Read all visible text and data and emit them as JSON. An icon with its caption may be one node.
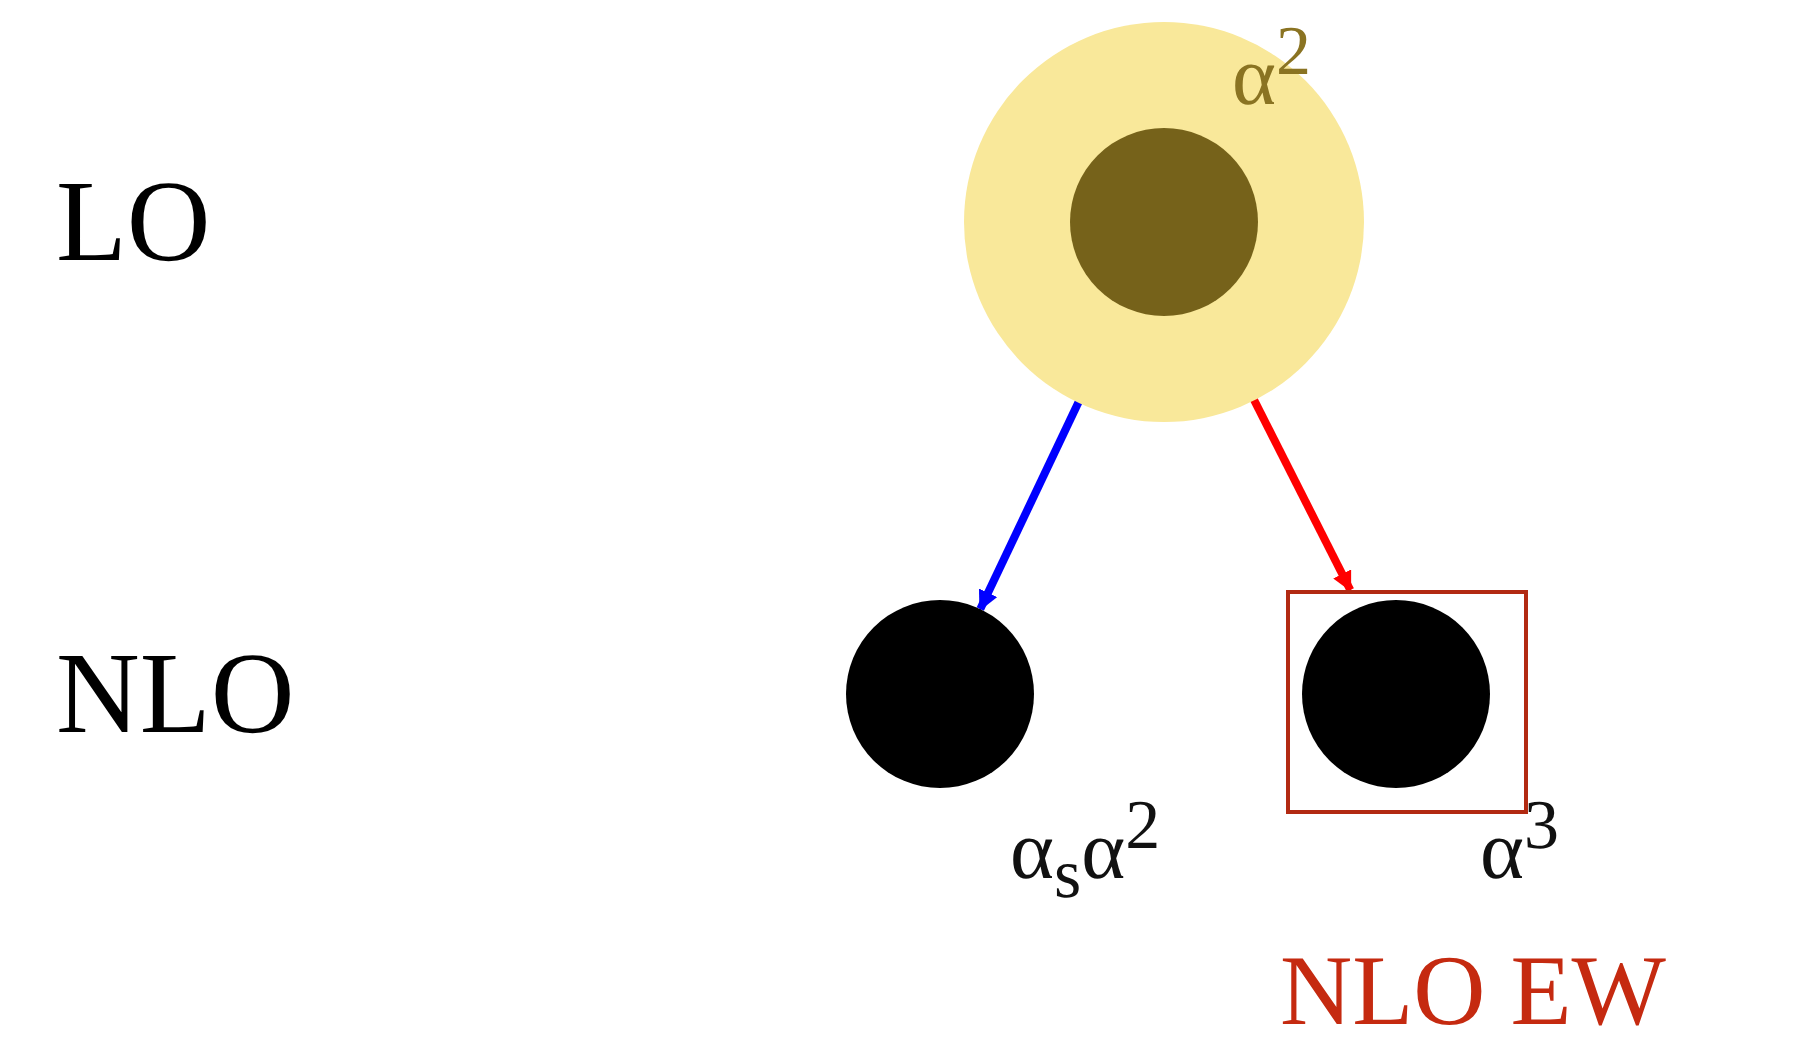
{
  "diagram": {
    "nodes": [
      {
        "text": [],
        "shape": "circle",
        "beside": [
          "α$^{2}$"
        ]
      },
      {
        "text": [],
        "shape": "circle",
        "in": 0
      },
      {
        "text": [],
        "shape": "circle",
        "beside": [
          "α$_{s}$α$^{2}$"
        ]
      },
      {
        "text": [
          "NLO EW"
        ]
      },
      {
        "text": [],
        "shape": "circle",
        "in": 3,
        "beside": [
          "α$^{3}$"
        ]
      }
    ],
    "edges": [
      {
        "from": 1,
        "to": 2,
        "arrow": "to",
        "color": "#0000ff"
      },
      {
        "from": 1,
        "to": 3,
        "arrow": "to",
        "color": "#ff0000"
      }
    ],
    "labels": [
      "LO",
      "NLO"
    ]
  }
}
